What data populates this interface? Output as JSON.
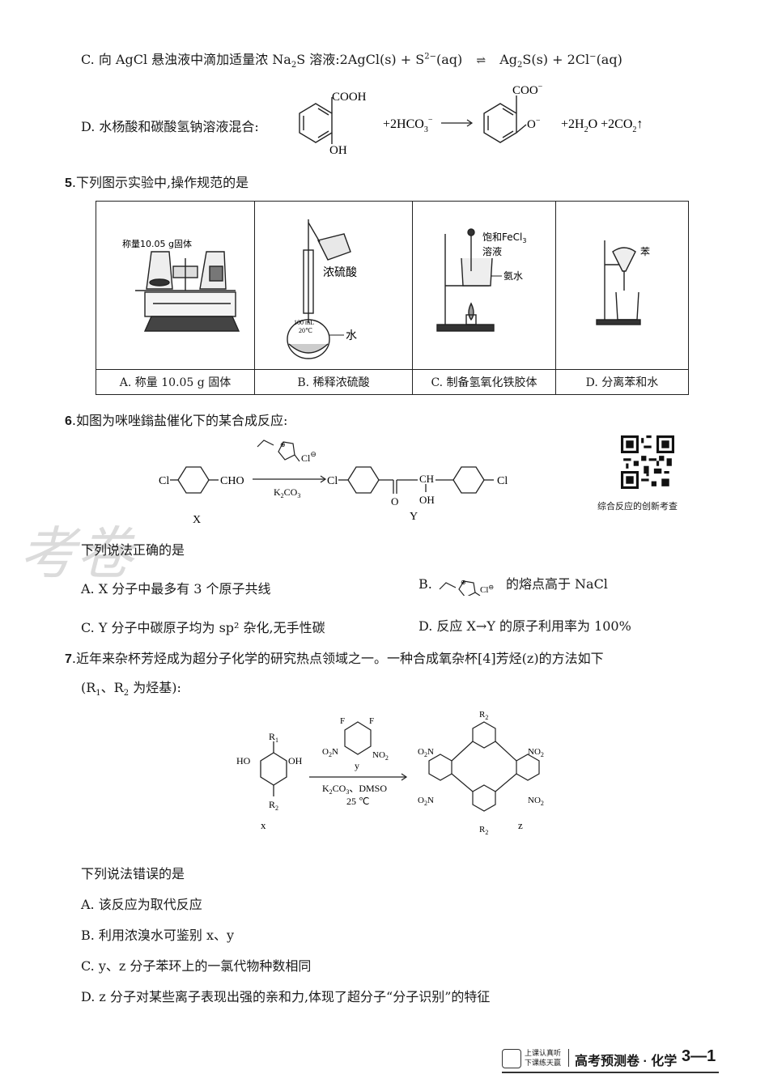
{
  "q4": {
    "option_c": {
      "label": "C. 向 AgCl 悬浊液中滴加适量浓 Na",
      "mid": "S 溶液:2AgCl(s) + S",
      "mid2": "(aq)",
      "rest": "Ag",
      "rest2": "S(s) + 2Cl",
      "end": "(aq)"
    },
    "option_d": {
      "label": "D. 水杨酸和碳酸氢钠溶液混合:",
      "cooh": "COOH",
      "oh": "OH",
      "reagent": "+2HCO",
      "coo": "COO",
      "o_minus": "O",
      "products": "+2H",
      "products2": "O +2CO",
      "gas": "↑"
    }
  },
  "q5": {
    "num": "5",
    "stem": ".下列图示实验中,操作规范的是",
    "cells": [
      {
        "caption": "A. 称量 10.05 g 固体",
        "label": "称量10.05 g固体"
      },
      {
        "caption": "B. 稀释浓硫酸",
        "label": "浓硫酸",
        "label2": "水",
        "flask": "100 mL",
        "flask2": "20℃"
      },
      {
        "caption": "C. 制备氢氧化铁胶体",
        "label": "饱和FeCl",
        "label_b": "溶液",
        "label2": "氨水"
      },
      {
        "caption": "D. 分离苯和水",
        "label": "苯"
      }
    ]
  },
  "q6": {
    "num": "6",
    "stem": ".如图为咪唑鎓盐催化下的某合成反应:",
    "x_label": "X",
    "y_label": "Y",
    "reagent": "K",
    "reagent2": "CO",
    "cl_left": "Cl",
    "cho": "CHO",
    "cl_prod": "Cl",
    "cl_prod2": "Cl",
    "ch": "CH",
    "o_label": "O",
    "oh_label": "OH",
    "cat_cl": "Cl",
    "qr_caption": "综合反应的创新考查",
    "prompt": "下列说法正确的是",
    "options": {
      "a": "A. X 分子中最多有 3 个原子共线",
      "b_prefix": "B.",
      "b_suffix": "的熔点高于 NaCl",
      "c": "C. Y 分子中碳原子均为 sp² 杂化,无手性碳",
      "d": "D. 反应 X→Y 的原子利用率为 100%"
    }
  },
  "q7": {
    "num": "7",
    "stem": ".近年来杂杯芳烃成为超分子化学的研究热点领域之一。一种合成氧杂杯[4]芳烃(z)的方法如下",
    "stem2": "(R",
    "stem2b": "、R",
    "stem2c": " 为烃基):",
    "x_label": "x",
    "y_label": "y",
    "z_label": "z",
    "conditions": "K",
    "conditions2": "CO",
    "conditions3": "、DMSO",
    "temperature": "25 ℃",
    "prompt": "下列说法错误的是",
    "options": [
      "A. 该反应为取代反应",
      "B. 利用浓溴水可鉴别 x、y",
      "C. y、z 分子苯环上的一氯代物种数相同",
      "D. z 分子对某些离子表现出强的亲和力,体现了超分子“分子识别”的特征"
    ]
  },
  "watermark": "考卷",
  "footer": {
    "slogan1": "上课认真听",
    "slogan2": "下课练天赢",
    "title": "高考预测卷 · 化学",
    "page": "3—1"
  }
}
